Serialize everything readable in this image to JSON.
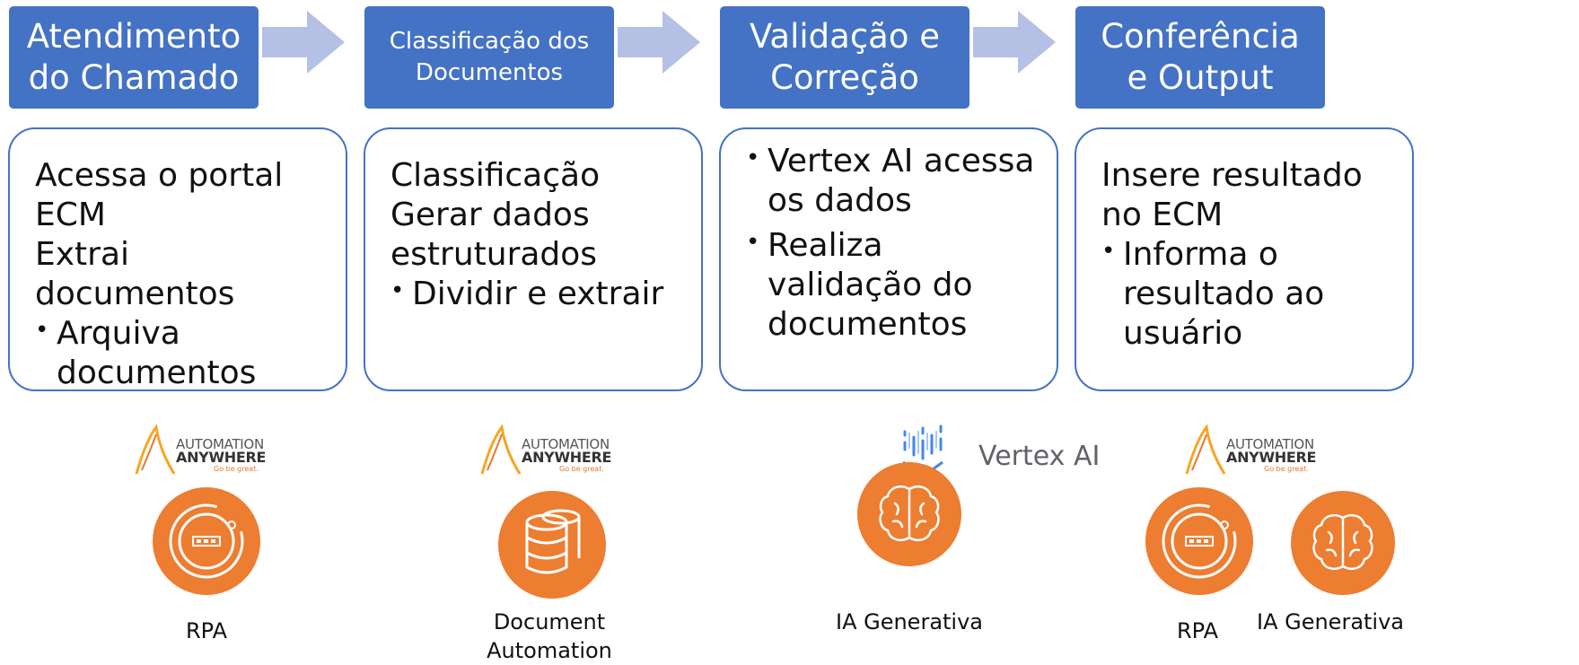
{
  "stages": [
    {
      "title": "Atendimento\ndo Chamado"
    },
    {
      "title": "Classificação dos\nDocumentos"
    },
    {
      "title": "Validação e\nCorreção"
    },
    {
      "title": "Conferência\ne Output"
    }
  ],
  "boxes": [
    {
      "lines": [
        "Acessa o portal",
        "ECM",
        "Extrai",
        "documentos"
      ],
      "bullets": [
        "Arquiva documentos"
      ]
    },
    {
      "lines": [
        "Classificação",
        "Gerar dados",
        "estruturados"
      ],
      "bullets": [
        "Dividir e extrair"
      ]
    },
    {
      "lines": [],
      "bullets": [
        "Vertex AI acessa os dados",
        "Realiza validação do documentos"
      ]
    },
    {
      "lines": [
        "Insere resultado",
        "no ECM"
      ],
      "bullets": [
        "Informa o resultado ao usuário"
      ]
    }
  ],
  "logos": {
    "aa_line1": "AUTOMATION",
    "aa_line2": "ANYWHERE",
    "aa_tagline": "Go be great.",
    "vertex_name": "Vertex AI"
  },
  "tools": [
    {
      "caption": "RPA",
      "icon": "rpa-icon"
    },
    {
      "caption": "Document\nAutomation",
      "icon": "database-icon"
    },
    {
      "caption": "IA Generativa",
      "icon": "brain-icon"
    },
    {
      "caption": "RPA",
      "icon": "rpa-icon"
    },
    {
      "caption": "IA Generativa",
      "icon": "brain-icon"
    }
  ],
  "colors": {
    "stage": "#4472c4",
    "arrow": "#b4c1e4",
    "tool_circle": "#ed7d31"
  }
}
